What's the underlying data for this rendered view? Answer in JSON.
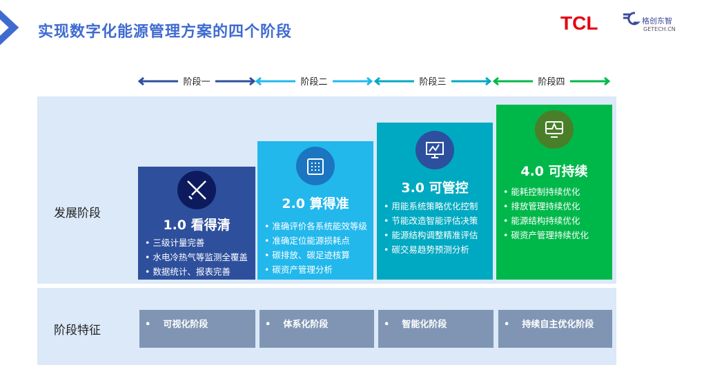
{
  "header": {
    "title": "实现数字化能源管理方案的四个阶段",
    "logo_tcl": "TCL",
    "logo_getech_cn": "格创东智",
    "logo_getech_en": "GETECH.CN"
  },
  "stages": [
    {
      "label": "阶段一",
      "color": "#2e4f9c"
    },
    {
      "label": "阶段二",
      "color": "#22b8ec"
    },
    {
      "label": "阶段三",
      "color": "#00a9c2"
    },
    {
      "label": "阶段四",
      "color": "#00b84a"
    }
  ],
  "rows": {
    "development": "发展阶段",
    "features": "阶段特征"
  },
  "cards": [
    {
      "title": "1.0 看得清",
      "icon": "tools-icon",
      "items": [
        "三级计量完善",
        "水电冷热气等监测全覆盖",
        "数据统计、报表完善"
      ]
    },
    {
      "title": "2.0 算得准",
      "icon": "calendar-icon",
      "items": [
        "准确评价各系统能效等级",
        "准确定位能源损耗点",
        "碳排放、碳足迹核算",
        "碳资产管理分析"
      ]
    },
    {
      "title": "3.0 可管控",
      "icon": "monitor-chart-icon",
      "items": [
        "用能系统策略优化控制",
        "节能改造智能评估决策",
        "能源结构调整精准评估",
        "碳交易趋势预测分析"
      ]
    },
    {
      "title": "4.0 可持续",
      "icon": "monitor-pulse-icon",
      "items": [
        "能耗控制持续优化",
        "排放管理持续优化",
        "能源结构持续优化",
        "碳资产管理持续优化"
      ]
    }
  ],
  "features": [
    "可视化阶段",
    "体系化阶段",
    "智能化阶段",
    "持续自主优化阶段"
  ]
}
